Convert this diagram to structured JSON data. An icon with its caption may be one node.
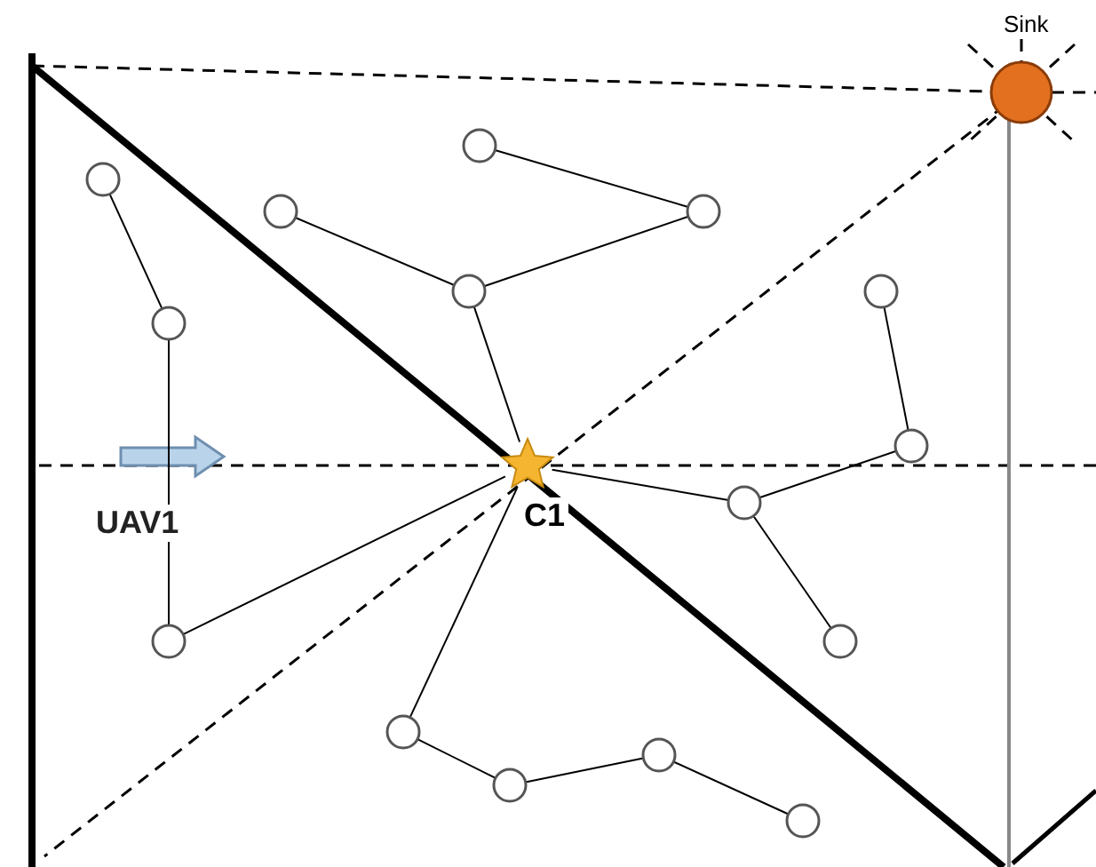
{
  "diagram": {
    "nodes": [
      {
        "text": [
          "Sink"
        ]
      },
      {
        "text": [
          "C1"
        ]
      },
      {
        "text": [],
        "shape": "circle"
      },
      {
        "text": [],
        "shape": "circle"
      },
      {
        "text": [],
        "shape": "circle"
      },
      {
        "text": [],
        "shape": "circle"
      },
      {
        "text": [],
        "shape": "circle"
      },
      {
        "text": [],
        "shape": "circle"
      },
      {
        "text": [],
        "shape": "circle"
      },
      {
        "text": [],
        "shape": "circle"
      },
      {
        "text": [],
        "shape": "circle"
      },
      {
        "text": [],
        "shape": "circle"
      },
      {
        "text": [],
        "shape": "circle"
      },
      {
        "text": [],
        "shape": "circle"
      },
      {
        "text": [],
        "shape": "circle"
      },
      {
        "text": [],
        "shape": "circle"
      },
      {
        "text": [],
        "shape": "circle"
      }
    ],
    "edges": [
      {
        "from": 3,
        "to": 7,
        "arrow": "none"
      },
      {
        "from": 7,
        "to": 11,
        "arrow": "none"
      },
      {
        "from": 11,
        "to": 1,
        "arrow": "none"
      },
      {
        "from": 4,
        "to": 6,
        "arrow": "none"
      },
      {
        "from": 2,
        "to": 5,
        "arrow": "none"
      },
      {
        "from": 5,
        "to": 6,
        "arrow": "none"
      },
      {
        "from": 6,
        "to": 1,
        "arrow": "none"
      },
      {
        "from": 8,
        "to": 9,
        "arrow": "none"
      },
      {
        "from": 9,
        "to": 10,
        "arrow": "none"
      },
      {
        "from": 10,
        "to": 1,
        "arrow": "none"
      },
      {
        "from": 10,
        "to": 12,
        "arrow": "none"
      },
      {
        "from": 1,
        "to": 13,
        "arrow": "none"
      },
      {
        "from": 13,
        "to": 14,
        "arrow": "none"
      },
      {
        "from": 14,
        "to": 15,
        "arrow": "none"
      },
      {
        "from": 15,
        "to": 16,
        "arrow": "none"
      }
    ],
    "labels": [
      "UAV1"
    ]
  }
}
